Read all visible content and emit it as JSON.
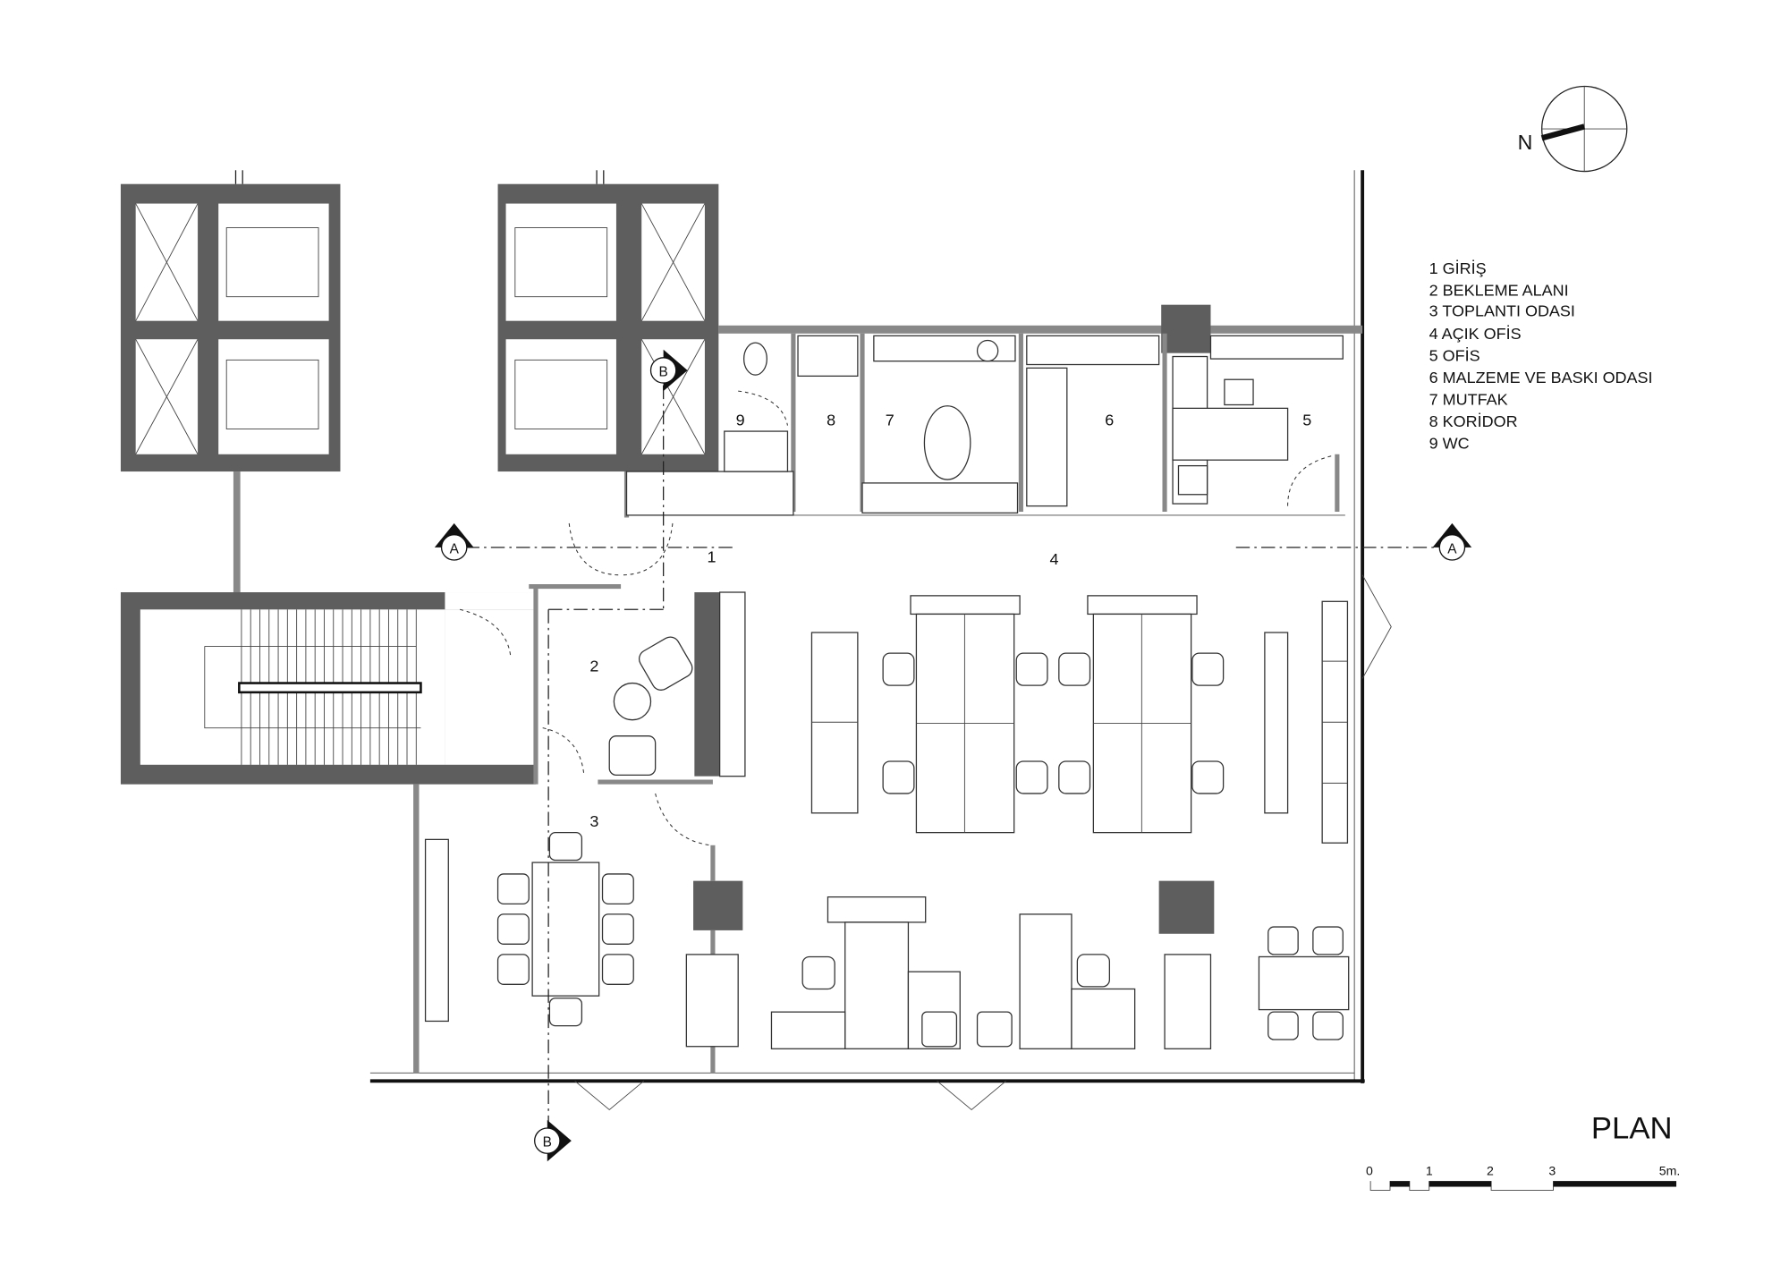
{
  "title": "PLAN",
  "compass": {
    "label": "N"
  },
  "legend": [
    "1 GİRİŞ",
    "2 BEKLEME ALANI",
    "3 TOPLANTI ODASI",
    "4 AÇIK OFİS",
    "5 OFİS",
    "6 MALZEME VE BASKI ODASI",
    "7 MUTFAK",
    "8 KORİDOR",
    "9 WC"
  ],
  "rooms": {
    "r1": "1",
    "r2": "2",
    "r3": "3",
    "r4": "4",
    "r5": "5",
    "r6": "6",
    "r7": "7",
    "r8": "8",
    "r9": "9"
  },
  "sections": {
    "a_left": "A",
    "a_right": "A",
    "b_top": "B",
    "b_bottom": "B"
  },
  "scale_bar": {
    "labels": [
      "0",
      "1",
      "2",
      "3",
      "5m."
    ]
  }
}
